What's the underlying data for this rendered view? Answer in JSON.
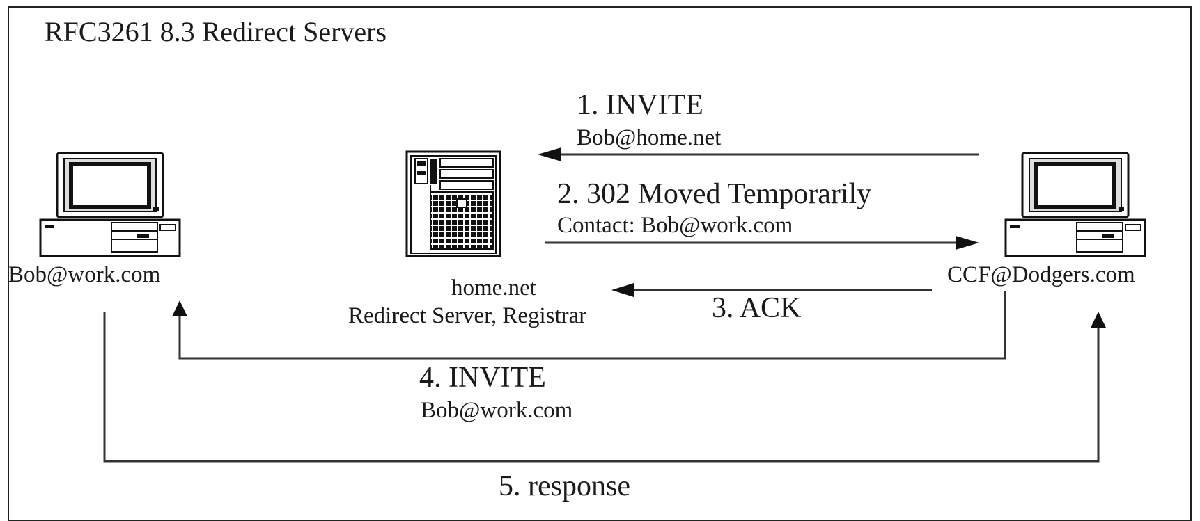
{
  "title": "RFC3261 8.3 Redirect Servers",
  "nodes": {
    "bob_work": {
      "label": "Bob@work.com"
    },
    "server": {
      "name": "home.net",
      "role": "Redirect Server, Registrar"
    },
    "ccf": {
      "label": "CCF@Dodgers.com"
    }
  },
  "messages": [
    {
      "step": "1. INVITE",
      "detail": "Bob@home.net"
    },
    {
      "step": "2. 302 Moved Temporarily",
      "detail": "Contact: Bob@work.com"
    },
    {
      "step": "3. ACK"
    },
    {
      "step": "4. INVITE",
      "detail": "Bob@work.com"
    },
    {
      "step": "5. response"
    }
  ]
}
